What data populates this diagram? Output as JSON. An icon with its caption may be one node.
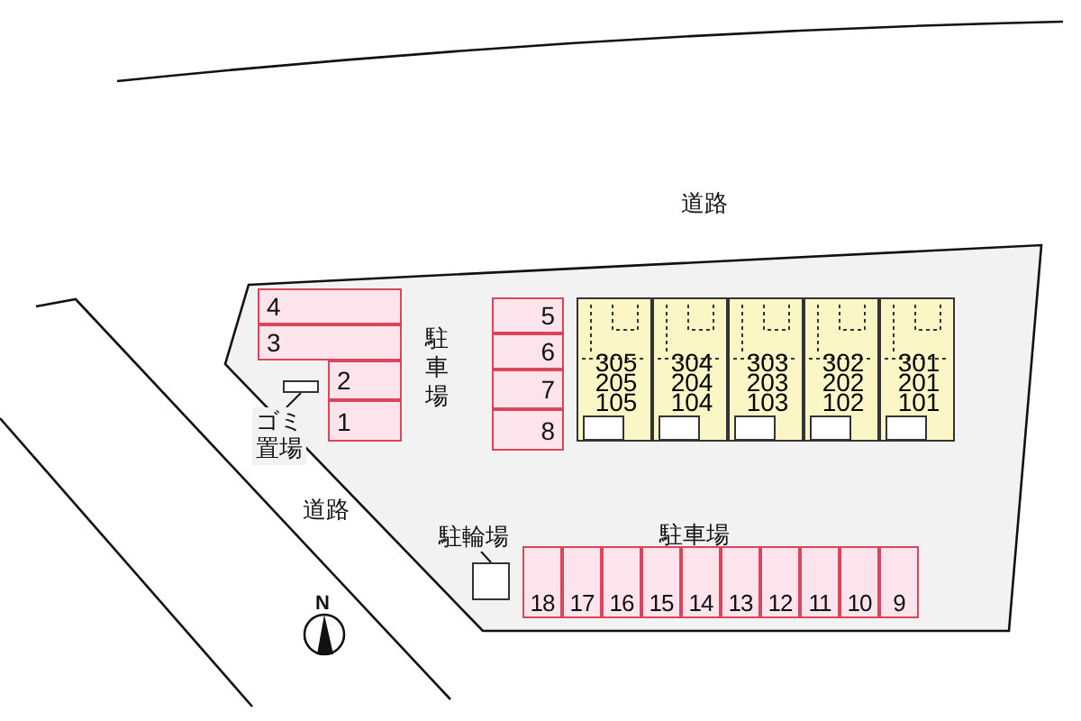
{
  "diagram": {
    "nodes": [
      {
        "text": [
          "4"
        ]
      },
      {
        "text": [
          "3"
        ]
      },
      {
        "text": [
          "2"
        ]
      },
      {
        "text": [
          "1"
        ]
      },
      {
        "text": [
          "5"
        ]
      },
      {
        "text": [
          "6"
        ]
      },
      {
        "text": [
          "7"
        ]
      },
      {
        "text": [
          "8"
        ]
      },
      {
        "text": [
          "305 205 105"
        ]
      },
      {
        "text": [
          "304 204 104"
        ]
      },
      {
        "text": [
          "303 203 103"
        ]
      },
      {
        "text": [
          "302 202 102"
        ]
      },
      {
        "text": [
          "301 201 101"
        ]
      },
      {
        "text": [
          "ゴミ置場"
        ]
      },
      {
        "text": [],
        "shape": "box"
      },
      {
        "text": [
          "駐輪場"
        ]
      },
      {
        "text": [],
        "shape": "box"
      },
      {
        "text": [
          "18"
        ]
      },
      {
        "text": [
          "17"
        ]
      },
      {
        "text": [
          "16"
        ]
      },
      {
        "text": [
          "15"
        ]
      },
      {
        "text": [
          "14"
        ]
      },
      {
        "text": [
          "13"
        ]
      },
      {
        "text": [
          "12"
        ]
      },
      {
        "text": [
          "11"
        ]
      },
      {
        "text": [
          "10"
        ]
      },
      {
        "text": [
          "9"
        ]
      }
    ],
    "edges": [
      {
        "from": 13,
        "to": 14,
        "arrow": "none"
      },
      {
        "from": 15,
        "to": 16,
        "arrow": "none"
      }
    ],
    "labels": [
      "道路",
      "駐車場",
      "道路",
      "駐車場",
      "N"
    ]
  }
}
